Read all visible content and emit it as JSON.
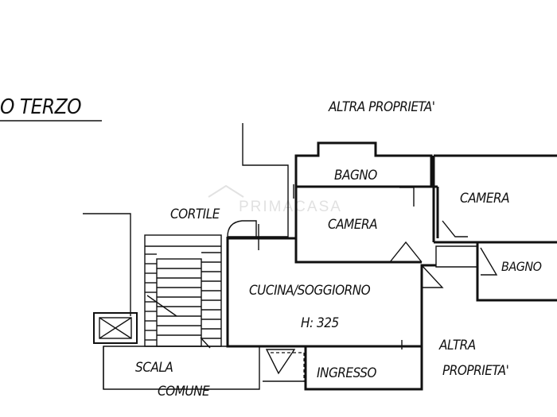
{
  "plan": {
    "heading": "O TERZO",
    "neighbors": {
      "top": "ALTRA PROPRIETA'",
      "bottom_right_line1": "ALTRA",
      "bottom_right_line2": "PROPRIETA'"
    },
    "rooms": {
      "bagno_top": "BAGNO",
      "camera_left": "CAMERA",
      "camera_right": "CAMERA",
      "bagno_right": "BAGNO",
      "cortile": "CORTILE",
      "cucina_soggiorno": "CUCINA/SOGGIORNO",
      "height": "H: 325",
      "ingresso": "INGRESSO",
      "scala": "SCALA",
      "comune": "COMUNE"
    },
    "watermark": "PRIMACASA"
  }
}
